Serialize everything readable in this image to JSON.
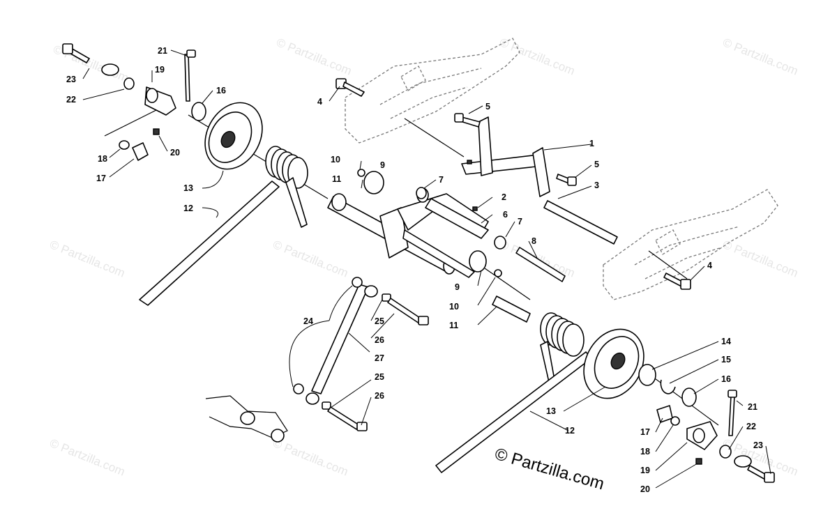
{
  "diagram": {
    "watermark_text": "© Partzilla.com",
    "copyright_text": "© Partzilla.com",
    "callouts": [
      {
        "label": "1"
      },
      {
        "label": "2"
      },
      {
        "label": "3"
      },
      {
        "label": "4"
      },
      {
        "label": "4"
      },
      {
        "label": "5"
      },
      {
        "label": "5"
      },
      {
        "label": "6"
      },
      {
        "label": "7"
      },
      {
        "label": "7"
      },
      {
        "label": "8"
      },
      {
        "label": "9"
      },
      {
        "label": "9"
      },
      {
        "label": "10"
      },
      {
        "label": "10"
      },
      {
        "label": "11"
      },
      {
        "label": "11"
      },
      {
        "label": "12"
      },
      {
        "label": "12"
      },
      {
        "label": "13"
      },
      {
        "label": "13"
      },
      {
        "label": "14"
      },
      {
        "label": "15"
      },
      {
        "label": "16"
      },
      {
        "label": "16"
      },
      {
        "label": "17"
      },
      {
        "label": "17"
      },
      {
        "label": "18"
      },
      {
        "label": "18"
      },
      {
        "label": "19"
      },
      {
        "label": "19"
      },
      {
        "label": "20"
      },
      {
        "label": "20"
      },
      {
        "label": "21"
      },
      {
        "label": "21"
      },
      {
        "label": "22"
      },
      {
        "label": "22"
      },
      {
        "label": "23"
      },
      {
        "label": "23"
      },
      {
        "label": "24"
      },
      {
        "label": "25"
      },
      {
        "label": "25"
      },
      {
        "label": "26"
      },
      {
        "label": "26"
      },
      {
        "label": "27"
      }
    ]
  }
}
